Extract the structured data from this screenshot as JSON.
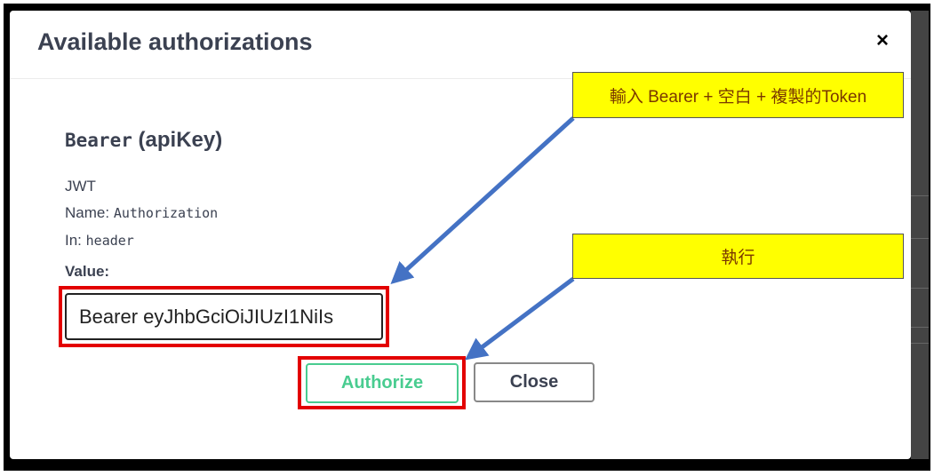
{
  "dialog": {
    "title": "Available authorizations",
    "close_icon": "×"
  },
  "auth": {
    "heading_code": "Bearer",
    "heading_rest": " (apiKey)",
    "type": "JWT",
    "name_label": "Name:",
    "name_value": "Authorization",
    "in_label": "In:",
    "in_value": "header",
    "value_label": "Value:",
    "value_input": "Bearer eyJhbGciOiJIUzI1NiIs"
  },
  "buttons": {
    "authorize": "Authorize",
    "close": "Close"
  },
  "annotations": {
    "callout_1": "輸入 Bearer + 空白 + 複製的Token",
    "callout_2": "執行"
  },
  "colors": {
    "authorize_green": "#49cc90",
    "highlight_red": "#e30000",
    "callout_yellow": "#ffff00",
    "arrow_blue": "#4472c4"
  }
}
